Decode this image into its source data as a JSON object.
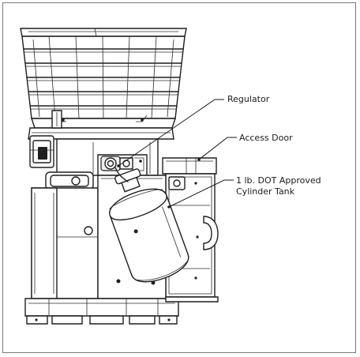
{
  "figure": {
    "callouts": {
      "regulator": "Regulator",
      "access_door": "Access Door",
      "cylinder_tank_line1": "1 lb. DOT Approved",
      "cylinder_tank_line2": "Cylinder Tank"
    }
  }
}
